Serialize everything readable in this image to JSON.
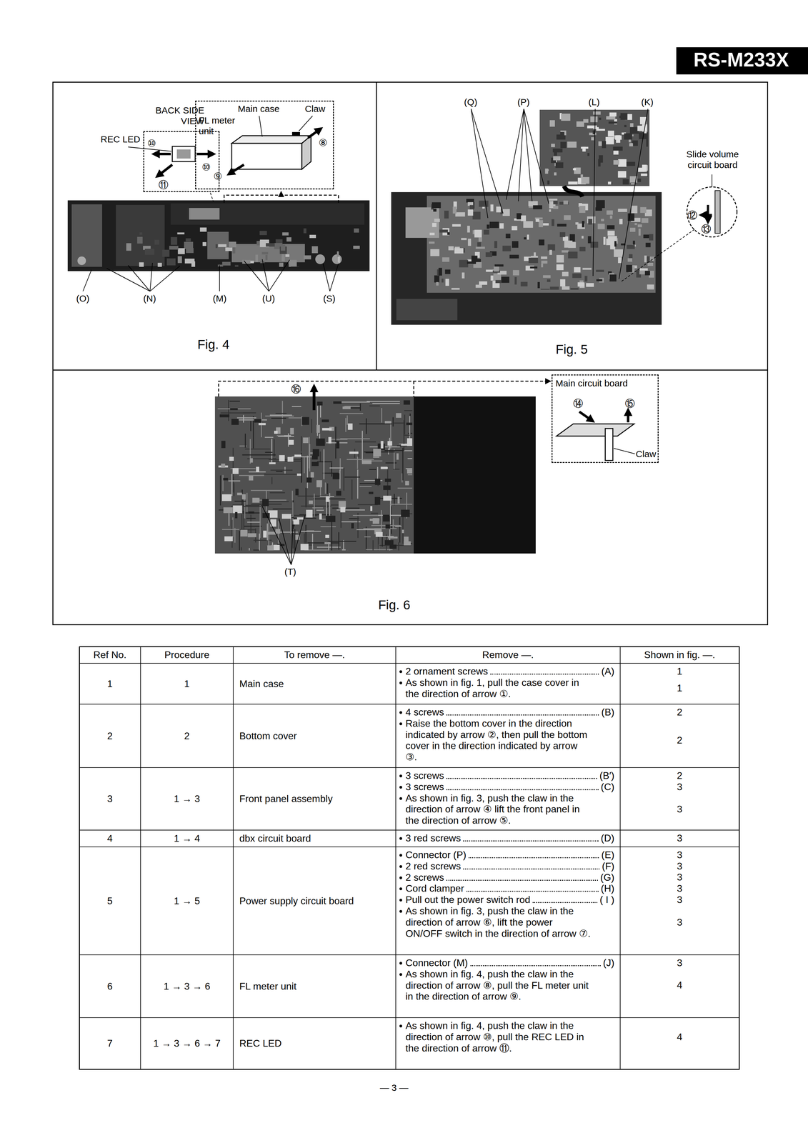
{
  "diagram": {
    "nodes": [
      {
        "text": [
          "RS-M233X"
        ]
      },
      {
        "text": [
          "Fig. 4"
        ]
      },
      {
        "text": [
          "BACK SIDE VIEW",
          "REC LED"
        ],
        "in": 1
      },
      {
        "text": [
          "Main case",
          "Claw",
          "FL meter unit"
        ],
        "in": 1
      },
      {
        "text": [
          "Fig. 5"
        ]
      },
      {
        "text": [
          "Slide volume circuit board"
        ],
        "in": 4
      },
      {
        "text": [
          "Fig. 6"
        ]
      },
      {
        "text": [
          "Main circuit board",
          "Claw"
        ],
        "in": 6
      }
    ],
    "labels": [
      "⑩",
      "⑩",
      "⑪",
      "⑧",
      "⑨",
      "(O)",
      "(N)",
      "(M)",
      "(U)",
      "(S)",
      "(Q)",
      "(P)",
      "(L)",
      "(K)",
      "⑫",
      "⑬",
      "⑯",
      "⑭",
      "⑮",
      "(T)",
      "Ref No.",
      "Procedure",
      "To remove —.",
      "Remove —.",
      "Shown in fig. —.",
      "1",
      "1",
      "Main case",
      "2 ornament screws",
      "(A)",
      "1",
      "As shown in fig. 1, pull the case cover in the direction of arrow ①.",
      "1",
      "2",
      "2",
      "Bottom cover",
      "4 screws",
      "(B)",
      "2",
      "Raise the bottom cover in the direction indicated by arrow ②, then pull the bottom cover in the direction indicated by arrow ③.",
      "2",
      "3",
      "1 → 3",
      "Front panel assembly",
      "3 screws",
      "(B′)",
      "2",
      "3 screws",
      "(C)",
      "3",
      "As shown in fig. 3, push the claw in the direction of arrow ④ lift the front panel in the direction of arrow ⑤.",
      "3",
      "4",
      "1 → 4",
      "dbx circuit board",
      "3 red screws",
      "(D)",
      "3",
      "5",
      "1 → 5",
      "Power supply circuit board",
      "Connector (P)",
      "(E)",
      "3",
      "2 red screws",
      "(F)",
      "3",
      "2 screws",
      "(G)",
      "3",
      "Cord clamper",
      "(H)",
      "3",
      "Pull out the power switch rod",
      "( I )",
      "3",
      "As shown in fig. 3, push the claw in the direction of arrow ⑥, lift the power ON/OFF switch in the direction of arrow ⑦.",
      "3",
      "6",
      "1 → 3 → 6",
      "FL meter unit",
      "Connector (M)",
      "(J)",
      "3",
      "As shown in fig. 4, push the claw in the direction of arrow ⑧, pull the FL meter unit in the direction of arrow ⑨.",
      "4",
      "7",
      "1 → 3 → 6 → 7",
      "REC LED",
      "As shown in fig. 4, push the claw in the direction of arrow ⑩, pull the REC LED in the direction of arrow ⑪.",
      "4",
      "— 3 —"
    ]
  }
}
